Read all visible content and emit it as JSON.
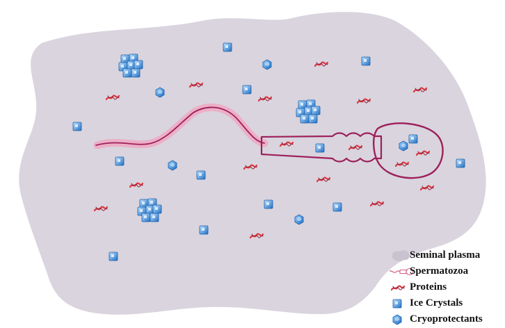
{
  "legend": {
    "seminal_plasma": "Seminal plasma",
    "spermatozoa": "Spermatozoa",
    "proteins": "Proteins",
    "ice_crystals": "Ice Crystals",
    "cryoprotectants": "Cryoprotectants"
  },
  "icons": {
    "seminal_plasma": "blob-icon",
    "spermatozoa": "sperm-icon",
    "proteins": "protein-icon",
    "ice_crystals": "ice-crystal-icon",
    "cryoprotectants": "cryoprotectant-icon"
  },
  "colors": {
    "plasma": "#d9d4de",
    "sperm_outline": "#9e1f5a",
    "sperm_tail_glow": "#f2a3bd",
    "protein": "#d9363e",
    "ice_crystal": "#3b8ee0",
    "cryoprotectant": "#2f86d6"
  }
}
